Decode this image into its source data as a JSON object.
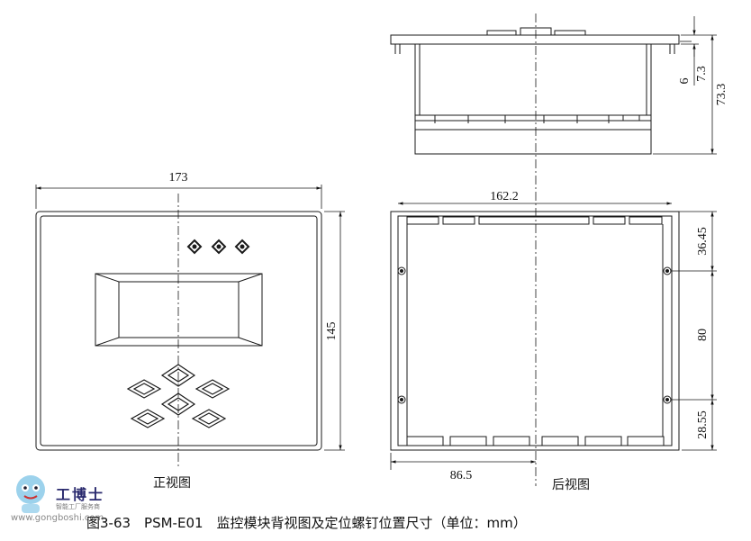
{
  "dimensions": {
    "front_width": "173",
    "front_height": "145",
    "back_width": "162.2",
    "back_half_width": "86.5",
    "top_hole_offset": "36.45",
    "hole_spacing": "80",
    "bottom_hole_offset": "28.55",
    "side_flange": "6",
    "side_step": "7.3",
    "side_depth": "73.3"
  },
  "labels": {
    "front_view": "正视图",
    "back_view": "后视图"
  },
  "caption": "图3-63　PSM-E01　监控模块背视图及定位螺钉位置尺寸（单位：mm）",
  "watermark": {
    "brand": "工博士",
    "sub": "智能工厂服务商",
    "url": "www.gongboshi.com"
  },
  "colors": {
    "line": "#1a1a1a",
    "watermark_brand": "#2a2a6e"
  }
}
